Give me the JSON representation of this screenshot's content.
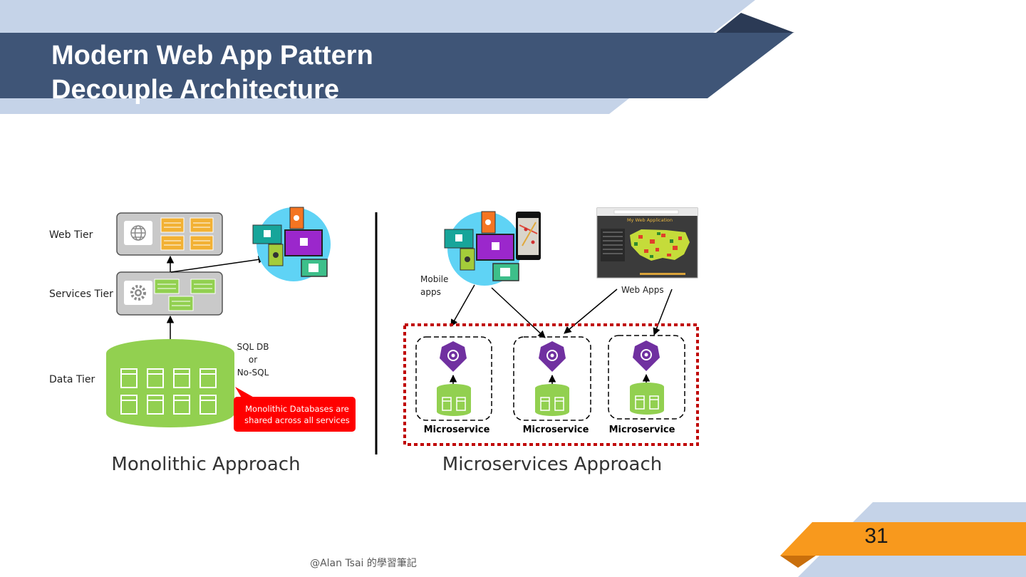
{
  "slide": {
    "title_line1": "Modern Web App Pattern",
    "title_line2": "Decouple Architecture",
    "page_number": "31",
    "footer": "@Alan Tsai 的學習筆記"
  },
  "monolithic": {
    "web_tier": "Web Tier",
    "services_tier": "Services Tier",
    "data_tier": "Data Tier",
    "db_line1": "SQL DB",
    "db_line2": "or",
    "db_line3": "No-SQL",
    "callout_line1": "Monolithic Databases are",
    "callout_line2": "shared across all services",
    "caption": "Monolithic Approach"
  },
  "microservices": {
    "mobile_line1": "Mobile",
    "mobile_line2": "apps",
    "web_apps": "Web Apps",
    "webapp_screen_title": "My Web Application",
    "service_labels": [
      "Microservice",
      "Microservice",
      "Microservice"
    ],
    "caption": "Microservices Approach"
  },
  "colors": {
    "header_band": "#3f5577",
    "header_light": "#c5d3e8",
    "header_dark": "#2b3a55",
    "accent_orange": "#f8991d",
    "db_green": "#92d050",
    "service_purple": "#7030a0",
    "callout_red": "#ff0000",
    "boundary_red": "#c00000"
  }
}
